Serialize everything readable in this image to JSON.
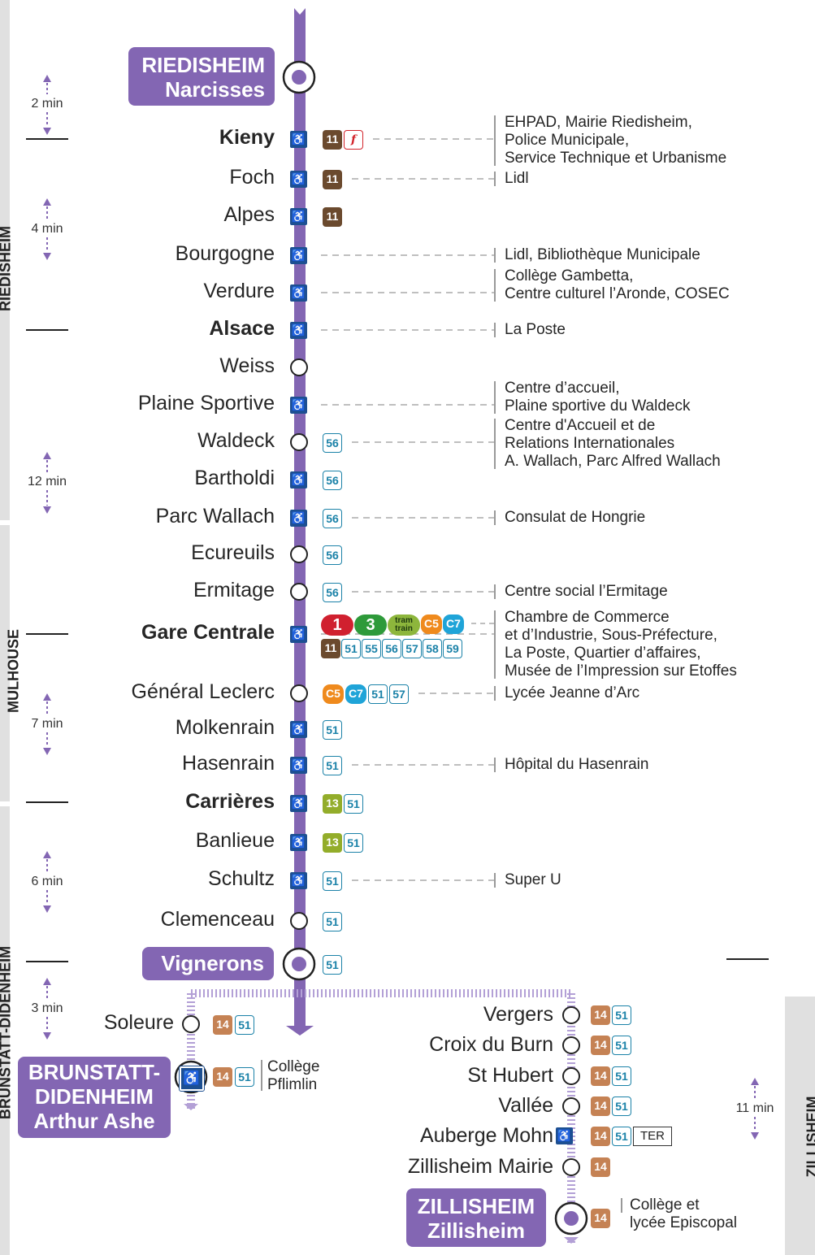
{
  "sectors": {
    "left_top": "RIEDISHEIM",
    "left_mid": "MULHOUSE",
    "left_bottom": "BRUNSTATT-DIDENHEIM",
    "right": "ZILLISHEIM"
  },
  "terminals": {
    "riedisheim": "RIEDISHEIM\nNarcisses",
    "vignerons": "Vignerons",
    "brunstatt": "BRUNSTATT-\nDIDENHEIM\nArthur Ashe",
    "zillisheim": "ZILLISHEIM\nZillisheim"
  },
  "times": {
    "t1": "2 min",
    "t2": "4 min",
    "t3": "12 min",
    "t4": "7 min",
    "t5": "6 min",
    "t6": "3 min",
    "t7": "11 min"
  },
  "stops": [
    {
      "name": "Kieny",
      "bold": true,
      "acc": true,
      "badges": [
        [
          "11",
          "b-11"
        ],
        [
          "f",
          "b-f"
        ]
      ],
      "poi": "EHPAD, Mairie Riedisheim,\nPolice Municipale,\nService Technique et Urbanisme"
    },
    {
      "name": "Foch",
      "acc": true,
      "badges": [
        [
          "11",
          "b-11"
        ]
      ],
      "poi": "Lidl"
    },
    {
      "name": "Alpes",
      "acc": true,
      "badges": [
        [
          "11",
          "b-11"
        ]
      ],
      "poi": ""
    },
    {
      "name": "Bourgogne",
      "acc": true,
      "badges": [],
      "poi": "Lidl, Bibliothèque Municipale"
    },
    {
      "name": "Verdure",
      "acc": true,
      "badges": [],
      "poi": "Collège Gambetta,\nCentre culturel l’Aronde, COSEC"
    },
    {
      "name": "Alsace",
      "bold": true,
      "acc": true,
      "badges": [],
      "poi": "La Poste"
    },
    {
      "name": "Weiss",
      "acc": false,
      "badges": [],
      "poi": ""
    },
    {
      "name": "Plaine Sportive",
      "acc": true,
      "badges": [],
      "poi": "Centre d’accueil,\nPlaine sportive du Waldeck"
    },
    {
      "name": "Waldeck",
      "acc": false,
      "badges": [
        [
          "56",
          "b-blue"
        ]
      ],
      "poi": "Centre d'Accueil et de\nRelations Internationales\nA. Wallach, Parc Alfred Wallach"
    },
    {
      "name": "Bartholdi",
      "acc": true,
      "badges": [
        [
          "56",
          "b-blue"
        ]
      ],
      "poi": ""
    },
    {
      "name": "Parc Wallach",
      "acc": true,
      "badges": [
        [
          "56",
          "b-blue"
        ]
      ],
      "poi": "Consulat de Hongrie"
    },
    {
      "name": "Ecureuils",
      "acc": false,
      "badges": [
        [
          "56",
          "b-blue"
        ]
      ],
      "poi": ""
    },
    {
      "name": "Ermitage",
      "acc": false,
      "badges": [
        [
          "56",
          "b-blue"
        ]
      ],
      "poi": "Centre social l’Ermitage"
    },
    {
      "name": "Gare Centrale",
      "bold": true,
      "acc": true,
      "badges": [],
      "poi": "Chambre de Commerce\net d’Industrie, Sous-Préfecture,\nLa Poste, Quartier d’affaires,\nMusée de l’Impression sur Etoffes"
    },
    {
      "name": "Général Leclerc",
      "acc": false,
      "badges": [
        [
          "C5",
          "b-c5"
        ],
        [
          "C7",
          "b-c7"
        ],
        [
          "51",
          "b-blue"
        ],
        [
          "57",
          "b-blue"
        ]
      ],
      "poi": "Lycée Jeanne d’Arc"
    },
    {
      "name": "Molkenrain",
      "acc": true,
      "badges": [
        [
          "51",
          "b-blue"
        ]
      ],
      "poi": ""
    },
    {
      "name": "Hasenrain",
      "acc": true,
      "badges": [
        [
          "51",
          "b-blue"
        ]
      ],
      "poi": "Hôpital du Hasenrain"
    },
    {
      "name": "Carrières",
      "bold": true,
      "acc": true,
      "badges": [
        [
          "13",
          "b-13"
        ],
        [
          "51",
          "b-blue"
        ]
      ],
      "poi": ""
    },
    {
      "name": "Banlieue",
      "acc": true,
      "badges": [
        [
          "13",
          "b-13"
        ],
        [
          "51",
          "b-blue"
        ]
      ],
      "poi": ""
    },
    {
      "name": "Schultz",
      "acc": true,
      "badges": [
        [
          "51",
          "b-blue"
        ]
      ],
      "poi": "Super U"
    },
    {
      "name": "Clemenceau",
      "acc": false,
      "badges": [
        [
          "51",
          "b-blue"
        ]
      ],
      "poi": ""
    }
  ],
  "gare_badges": {
    "row1": [
      [
        "1",
        "b-r1"
      ],
      [
        "3",
        "b-g3"
      ],
      [
        "tram\ntrain",
        "b-tram"
      ],
      [
        "C5",
        "b-c5"
      ],
      [
        "C7",
        "b-c7"
      ]
    ],
    "row2": [
      [
        "11",
        "b-11"
      ],
      [
        "51",
        "b-blue"
      ],
      [
        "55",
        "b-blue"
      ],
      [
        "56",
        "b-blue"
      ],
      [
        "57",
        "b-blue"
      ],
      [
        "58",
        "b-blue"
      ],
      [
        "59",
        "b-blue"
      ]
    ]
  },
  "vignerons_badge": "51",
  "left_branch": {
    "soleure": "Soleure",
    "brunstatt_poi": "Collège\nPflimlin",
    "badge14": "14",
    "badge51": "51"
  },
  "right_branch": {
    "stops": [
      {
        "name": "Vergers",
        "acc": false,
        "badges": [
          [
            "14",
            "b-14"
          ],
          [
            "51",
            "b-blue"
          ]
        ]
      },
      {
        "name": "Croix du Burn",
        "acc": false,
        "badges": [
          [
            "14",
            "b-14"
          ],
          [
            "51",
            "b-blue"
          ]
        ]
      },
      {
        "name": "St Hubert",
        "acc": false,
        "badges": [
          [
            "14",
            "b-14"
          ],
          [
            "51",
            "b-blue"
          ]
        ]
      },
      {
        "name": "Vallée",
        "acc": false,
        "badges": [
          [
            "14",
            "b-14"
          ],
          [
            "51",
            "b-blue"
          ]
        ]
      },
      {
        "name": "Auberge Mohn",
        "acc": true,
        "badges": [
          [
            "14",
            "b-14"
          ],
          [
            "51",
            "b-blue"
          ],
          [
            "TER",
            "b-ter"
          ]
        ]
      },
      {
        "name": "Zillisheim Mairie",
        "acc": false,
        "badges": [
          [
            "14",
            "b-14"
          ]
        ]
      }
    ],
    "terminal_badge": "14",
    "terminal_poi": "Collège et\nlycée Episcopal"
  },
  "colors": {
    "line": "#8366b3",
    "line_light": "#b3a0d6",
    "dash": "#999999",
    "accessible": "#1d4f91"
  },
  "icons": {
    "wheelchair": "wheelchair-icon",
    "arrow_up": "arrow-up-icon",
    "arrow_down": "arrow-down-icon"
  }
}
